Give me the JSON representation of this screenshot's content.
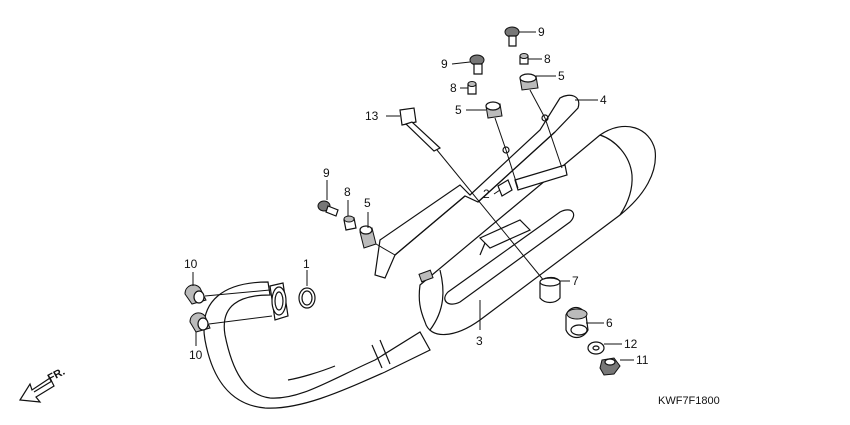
{
  "diagram_code": "KWF7F1800",
  "front_indicator": "FR.",
  "callouts": [
    {
      "id": "c1",
      "text": "1"
    },
    {
      "id": "c2",
      "text": "2"
    },
    {
      "id": "c3",
      "text": "3"
    },
    {
      "id": "c4",
      "text": "4"
    },
    {
      "id": "c5a",
      "text": "5"
    },
    {
      "id": "c5b",
      "text": "5"
    },
    {
      "id": "c5c",
      "text": "5"
    },
    {
      "id": "c6",
      "text": "6"
    },
    {
      "id": "c7",
      "text": "7"
    },
    {
      "id": "c8a",
      "text": "8"
    },
    {
      "id": "c8b",
      "text": "8"
    },
    {
      "id": "c8c",
      "text": "8"
    },
    {
      "id": "c9a",
      "text": "9"
    },
    {
      "id": "c9b",
      "text": "9"
    },
    {
      "id": "c9c",
      "text": "9"
    },
    {
      "id": "c10a",
      "text": "10"
    },
    {
      "id": "c10b",
      "text": "10"
    },
    {
      "id": "c11",
      "text": "11"
    },
    {
      "id": "c12",
      "text": "12"
    },
    {
      "id": "c13",
      "text": "13"
    }
  ]
}
